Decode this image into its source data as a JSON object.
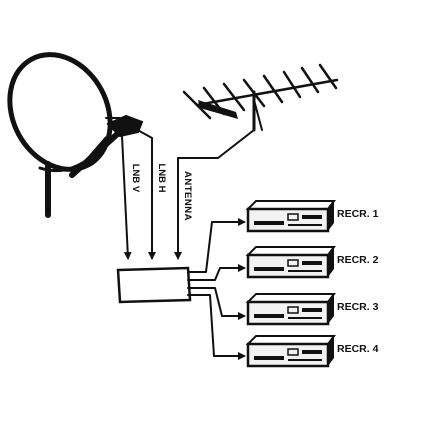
{
  "labels": {
    "lnb_v": "LNB V",
    "lnb_h": "LNB H",
    "terrestrial": "ANTENNA",
    "recorders": [
      "RECR. 1",
      "RECR. 2",
      "RECR. 3",
      "RECR. 4"
    ]
  },
  "colors": {
    "ink": "#111111",
    "background": "#ffffff",
    "recorder_face": "#f2f2f2"
  },
  "icons": [
    "satellite-dish-icon",
    "terrestrial-antenna-icon",
    "multiswitch-box-icon",
    "recorder-unit-icon"
  ]
}
